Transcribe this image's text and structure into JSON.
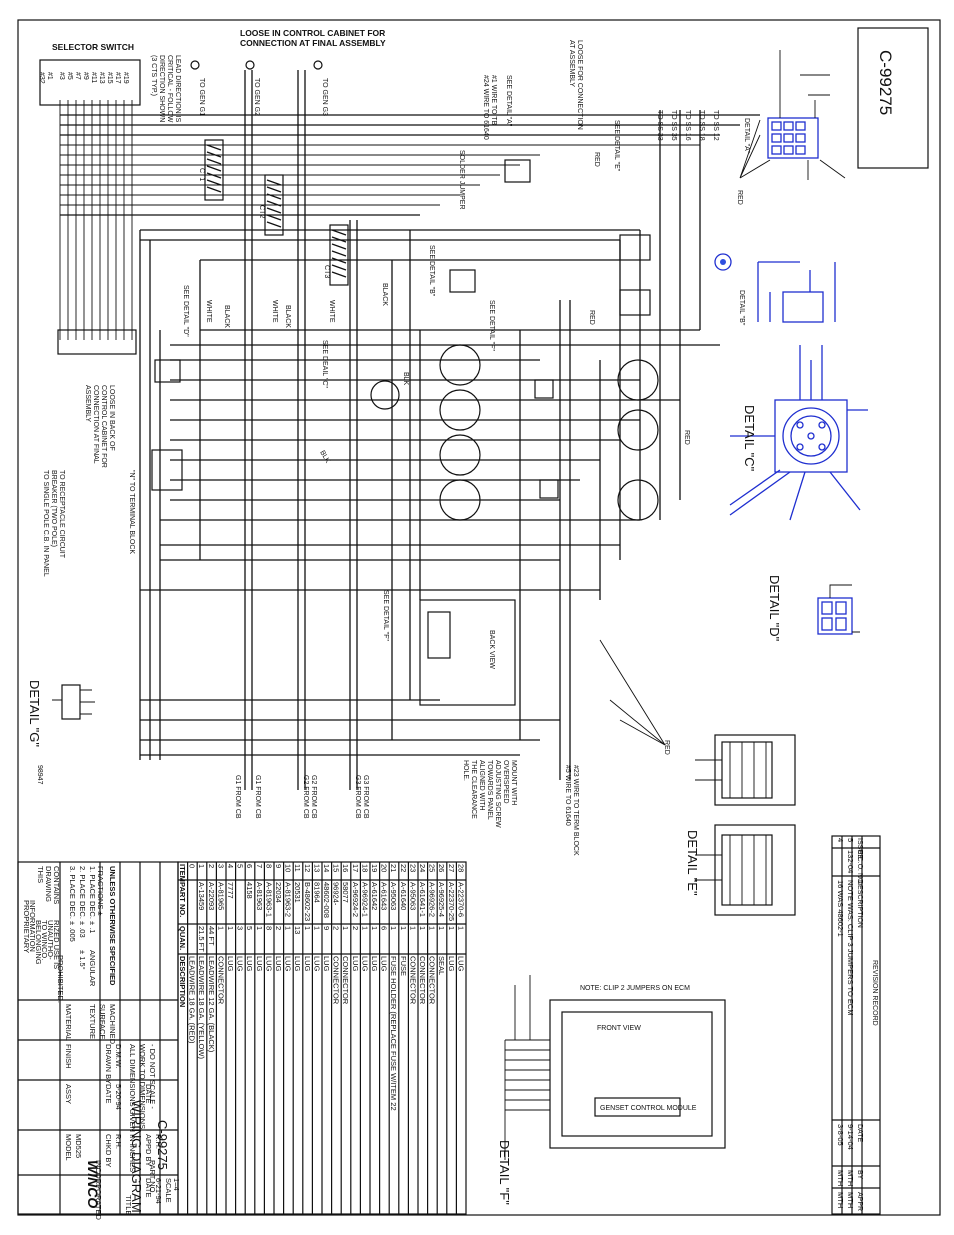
{
  "drawing_number": "C-99275",
  "labels": {
    "selector_switch": "SELECTOR SWITCH",
    "loose_control_cabinet": [
      "LOOSE IN CONTROL CABINET FOR",
      "CONNECTION AT FINAL ASSEMBLY"
    ],
    "lead_direction": [
      "LEAD DIRECTION IS",
      "CRITICAL - FOLLOW",
      "DIRECTION SHOWN",
      "(3 CTS TYP.)"
    ],
    "to_gen_g1": "TO GEN G1",
    "to_gen_g2": "TO GEN G2",
    "to_gen_g3": "TO GEN G3",
    "see_detail_a": "SEE DETAIL \"A\"",
    "see_detail_b": "SEE DETAIL \"B\"",
    "see_detail_c": "SEE DEAIL \"C\"",
    "see_detail_d": "SEE DETAIL \"D\"",
    "see_detail_e": "SEE DETAIL \"E\"",
    "see_detail_f": "SEE DETAIL \"F\"",
    "wire_to_tb": [
      "#1 WIRE TO TB",
      "#24 WIRE TO 61640"
    ],
    "loose_for_connection": [
      "LOOSE FOR CONNECTION",
      "AT ASSEMBLY"
    ],
    "solder_jumper": "SOLDER JUMPER",
    "ss_labels": [
      "TO SS 12",
      "TO SS 18",
      "TO SS 16",
      "TO SS 35",
      "TO SS 33"
    ],
    "ct1": "CT1",
    "ct2": "CT2",
    "ct3": "CT3",
    "white": "WHITE",
    "black": "BLACK",
    "red": "RED",
    "blk": "BLK",
    "loose_back": [
      "LOOSE IN BACK OF",
      "CONTROL CABINET FOR",
      "CONNECTION AT FINAL",
      "ASSEMBLY"
    ],
    "n_terminal": "\"N\" TO TERMINAL BLOCK",
    "receptacle": [
      "TO RECEPTACLE CIRCUIT",
      "BREAKER (TWO POLE)",
      "TO SINGLE POLE C.B. IN PANEL"
    ],
    "back_view": "BACK VIEW",
    "front_view": "FRONT VIEW",
    "genset_module": "GENSET CONTROL MODULE",
    "mount_with": [
      "MOUNT WITH",
      "OVERSPEED",
      "ADJUSTING SCREW",
      "TOWARDS PANEL",
      "ALIGNED WITH",
      "THE CLEARANCE",
      "HOLE."
    ],
    "wire_23": [
      "#23 WIRE TO TERM BLOCK",
      "#5 WIRE TO 61640"
    ],
    "from_cb": [
      "G1 FROM CB",
      "G1 FROM CB",
      "G2 FROM CB",
      "G2 FROM CB",
      "G3 FROM CB",
      "G3 FROM CB"
    ],
    "note_clip": "NOTE: CLIP 2 JUMPERS ON ECM",
    "part_98947": "98947",
    "switch_numbers": [
      "#19",
      "#17",
      "#15",
      "#13",
      "#11",
      "#9",
      "#7",
      "#5",
      "#3",
      "#1",
      "#32"
    ]
  },
  "details": {
    "a": "DETAIL \"A\"",
    "b": "DETAIL \"B\"",
    "c": "DETAIL \"C\"",
    "d": "DETAIL \"D\"",
    "e": "DETAIL \"E\"",
    "f": "DETAIL \"F\"",
    "g": "DETAIL \"G\""
  },
  "revision_record": {
    "title": "REVISION RECORD",
    "headers": [
      "ISSUE",
      "E.C.O. NO.",
      "DESCRIPTION",
      "DATE",
      "BY",
      "APPR"
    ],
    "rows": [
      [
        "5",
        "132-04",
        "NOTE WAS: CLIP 3 JUMPERS TO ECM",
        "9-14-04",
        "MTH",
        "MTH"
      ],
      [
        "4",
        "",
        "16 WAS 48602-1",
        "3-8-05",
        "MTH",
        "MTH"
      ]
    ]
  },
  "bom": {
    "headers": [
      "ITEM",
      "PART NO.",
      "QUAN.",
      "DESCRIPTION"
    ],
    "rows": [
      [
        "28",
        "A-22370-6",
        "1",
        "LUG"
      ],
      [
        "27",
        "A-22370-25",
        "1",
        "LUG"
      ],
      [
        "26",
        "A-96925-4",
        "1",
        "SEAL"
      ],
      [
        "25",
        "A-96926-2",
        "1",
        "CONNECTOR"
      ],
      [
        "24",
        "A-61641-1",
        "1",
        "CONNECTOR"
      ],
      [
        "23",
        "A-95063",
        "1",
        "CONNECTOR"
      ],
      [
        "22",
        "A-61640",
        "1",
        "FUSE"
      ],
      [
        "21",
        "A-95063",
        "1",
        "FUSE HOLDER (REPLACE FUSE W/ITEM 22"
      ],
      [
        "20",
        "A-61643",
        "6",
        "LUG"
      ],
      [
        "19",
        "A-61642",
        "1",
        "LUG"
      ],
      [
        "18",
        "A-96924-1",
        "1",
        "LUG"
      ],
      [
        "17",
        "A-96924-2",
        "2",
        "LUG"
      ],
      [
        "16",
        "58077",
        "1",
        "CONNECTOR"
      ],
      [
        "15",
        "96924-",
        "2",
        "CONNECTOR"
      ],
      [
        "14",
        "48602-008",
        "9",
        "LUG"
      ],
      [
        "13",
        "81964",
        "1",
        "LUG"
      ],
      [
        "12",
        "B-48602-23",
        "1",
        "LUG"
      ],
      [
        "11",
        "20531",
        "13",
        "LUG"
      ],
      [
        "10",
        "A-81963-2",
        "1",
        "LUG"
      ],
      [
        "9",
        "22034",
        "2",
        "LUG"
      ],
      [
        "8",
        "A-81963-1",
        "8",
        "LUG"
      ],
      [
        "7",
        "A-81963",
        "1",
        "LUG"
      ],
      [
        "6",
        "4158",
        "5",
        "LUG"
      ],
      [
        "5",
        "",
        "3",
        "LUG"
      ],
      [
        "4",
        "7777",
        "1",
        "LUG"
      ],
      [
        "3",
        "A-81965",
        "1",
        "CONNECTOR"
      ],
      [
        "2",
        "A-22093",
        "44 FT",
        "LEADWIRE 12 GA. (BLACK)"
      ],
      [
        "1",
        "A-13459",
        "21.5 FT",
        "LEADWIRE 18 GA. (YELLOW)"
      ],
      [
        "0",
        "",
        "",
        "LEADWIRE 18 GA. (RED)"
      ]
    ]
  },
  "title_block": {
    "unless": "UNLESS OTHERWISE SPECIFIED",
    "machined": "MACHINED",
    "surface": "SURFACE",
    "texture": "TEXTURE",
    "fractions": "FRACTIONS ±",
    "angular": "ANGULAR",
    "angular_val": "± 1.5°",
    "place1": "1. PLACE DEC. ± .1",
    "place2": "2. PLACE DEC. ± .03",
    "place3": "3. PLACE DEC. ± .005",
    "dims_note": [
      "ALL DIMENSIONS GIVEN IN INCHES",
      "WORK TO DIMENSIONS",
      "- DO NOT SCALE -"
    ],
    "proprietary": [
      "THIS",
      "DRAWING",
      "CONTAINS",
      "PROPRIETARY",
      "INFORMATION",
      "BELONGING",
      "TO WINCO.",
      "UNAUTHO-",
      "RIZED USE IS",
      "PROHIBITED."
    ],
    "material": "MATERIAL",
    "finish": "FINISH",
    "assy": "ASSY",
    "model": "MODEL",
    "model_val": "MD525",
    "drawn_by": "DRAWN BY",
    "drawn_by_val": "D.M.W.",
    "date": "DATE",
    "drawn_date": "5-20-94",
    "chkd_by": "CHKD BY",
    "chkd_by_val": "R.H.",
    "appd_by": "APPD BY",
    "appd_by_val": "R.H.",
    "appd_date": "6-21-94",
    "scale": "SCALE",
    "scale_val": "1=4",
    "title_label": "TITLE",
    "title": "WIRING DIAGRAM",
    "part_no": "PART NO.",
    "part_no_val": "C-99275",
    "logo": "WINCO",
    "logo_sub": "INCORPORATED"
  },
  "colors": {
    "ink": "#111111",
    "blue_detail": "#1f2fd0"
  }
}
